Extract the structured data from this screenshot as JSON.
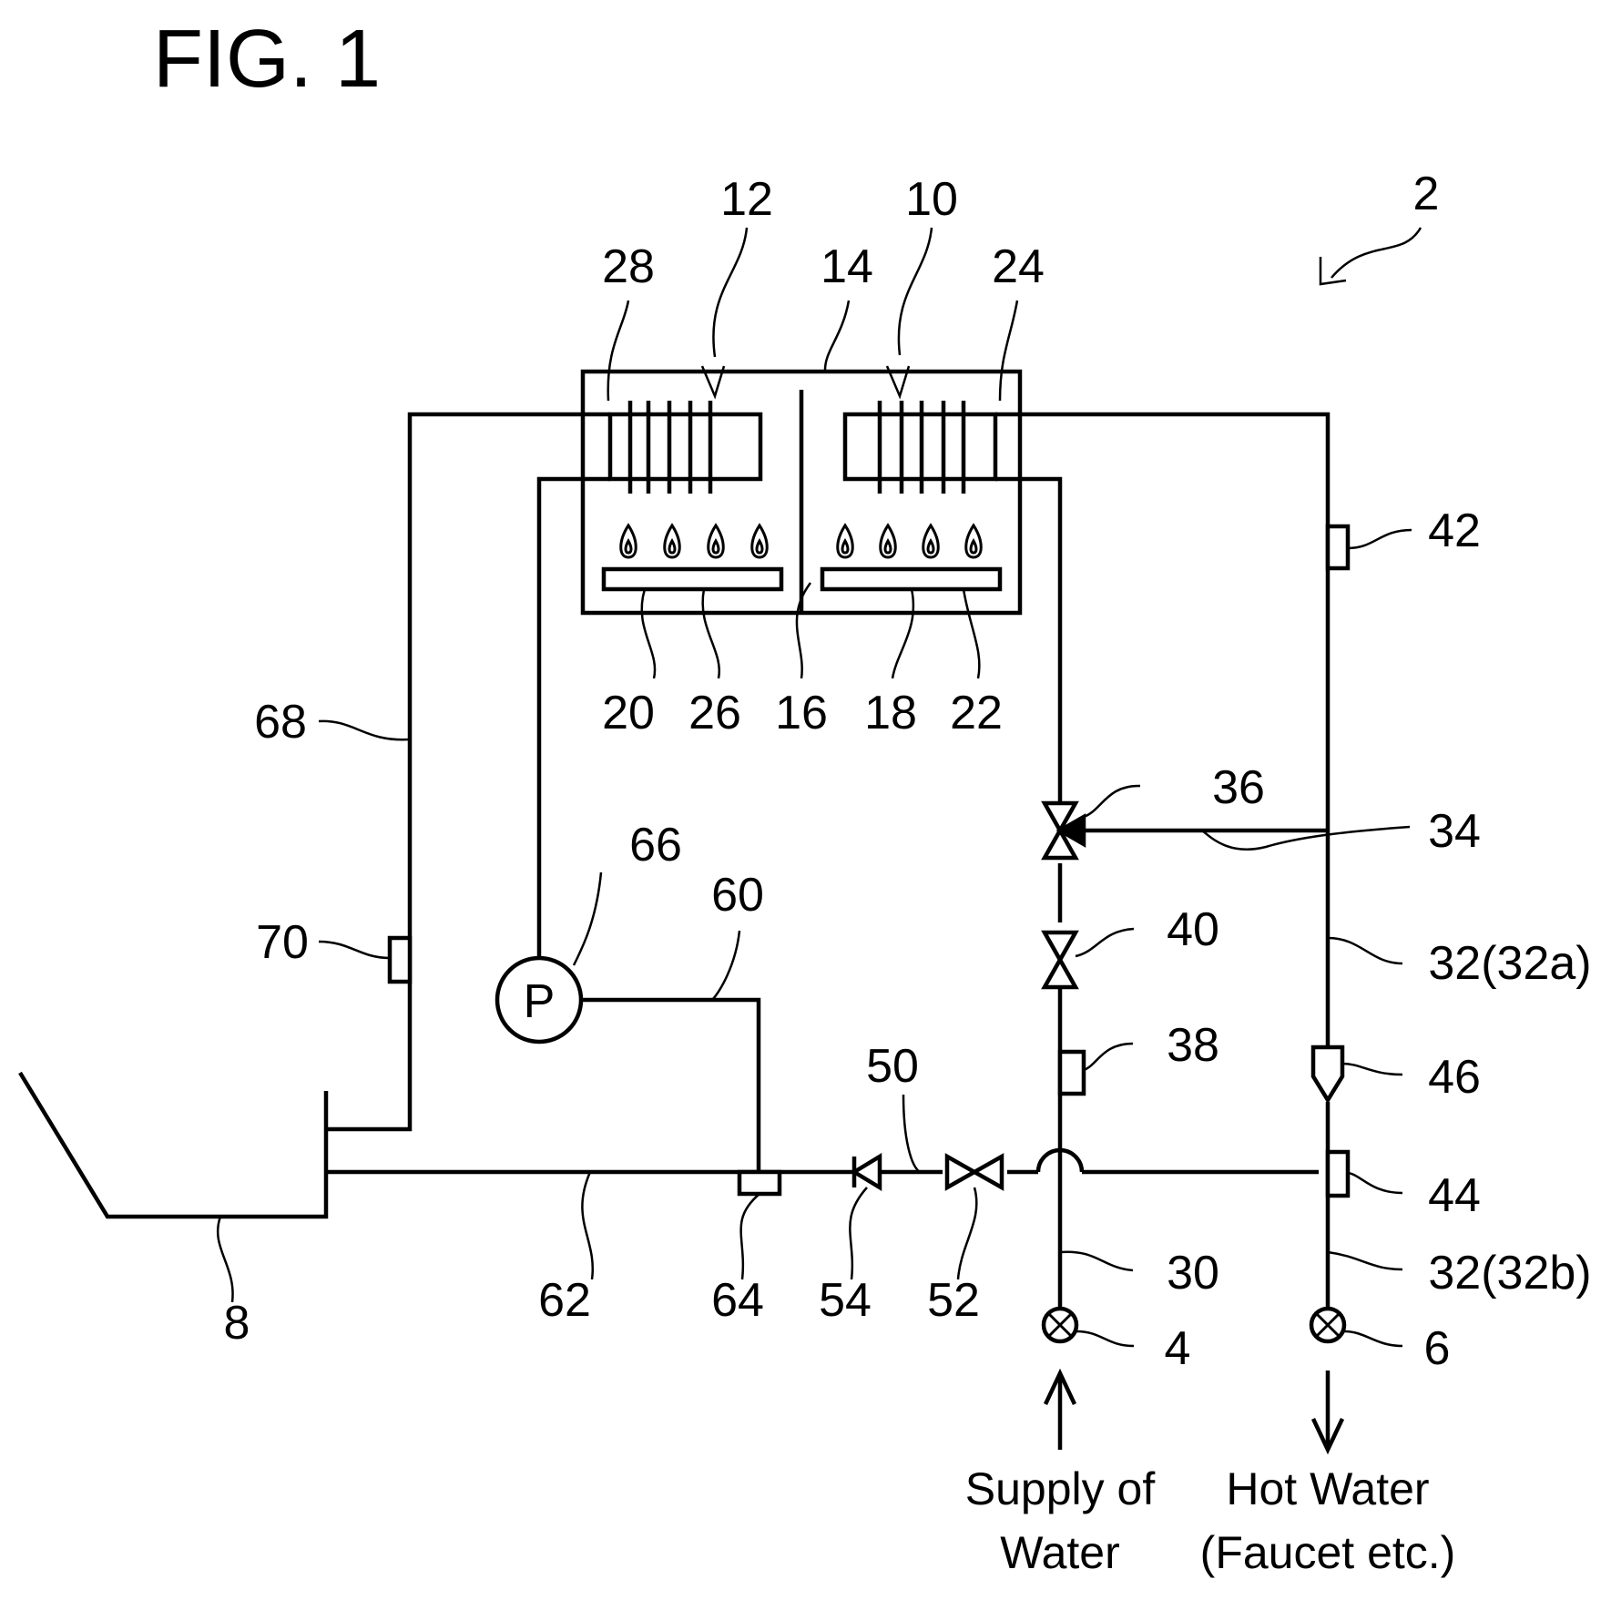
{
  "figure": {
    "title": "FIG. 1",
    "pump_symbol": "P"
  },
  "refs": {
    "r2": "2",
    "r4": "4",
    "r6": "6",
    "r8": "8",
    "r10": "10",
    "r12": "12",
    "r14": "14",
    "r16": "16",
    "r18": "18",
    "r20": "20",
    "r22": "22",
    "r24": "24",
    "r26": "26",
    "r28": "28",
    "r30": "30",
    "r32a": "32(32a)",
    "r32b": "32(32b)",
    "r34": "34",
    "r36": "36",
    "r38": "38",
    "r40": "40",
    "r42": "42",
    "r44": "44",
    "r46": "46",
    "r50": "50",
    "r52": "52",
    "r54": "54",
    "r60": "60",
    "r62": "62",
    "r64": "64",
    "r66": "66",
    "r68": "68",
    "r70": "70"
  },
  "captions": {
    "supply_line1": "Supply of",
    "supply_line2": "Water",
    "hot_line1": "Hot Water",
    "hot_line2": "(Faucet etc.)"
  }
}
